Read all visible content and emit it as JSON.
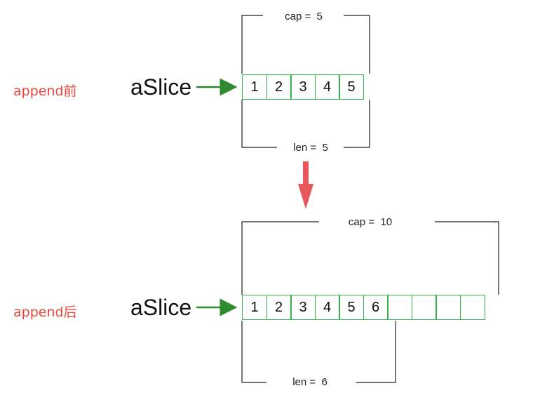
{
  "before": {
    "stage_label": "append前",
    "var_name": "aSlice",
    "cap_label": "cap =  5",
    "len_label": "len =  5",
    "cells": [
      "1",
      "2",
      "3",
      "4",
      "5"
    ]
  },
  "after": {
    "stage_label": "append后",
    "var_name": "aSlice",
    "cap_label": "cap =  10",
    "len_label": "len =  6",
    "cells": [
      "1",
      "2",
      "3",
      "4",
      "5",
      "6",
      "",
      "",
      "",
      ""
    ]
  },
  "colors": {
    "stage_label": "#e8473c",
    "pointer_arrow": "#2e8b2e",
    "cell_border": "#33b54a",
    "transition_arrow": "#e8575a",
    "bracket": "#222222"
  }
}
